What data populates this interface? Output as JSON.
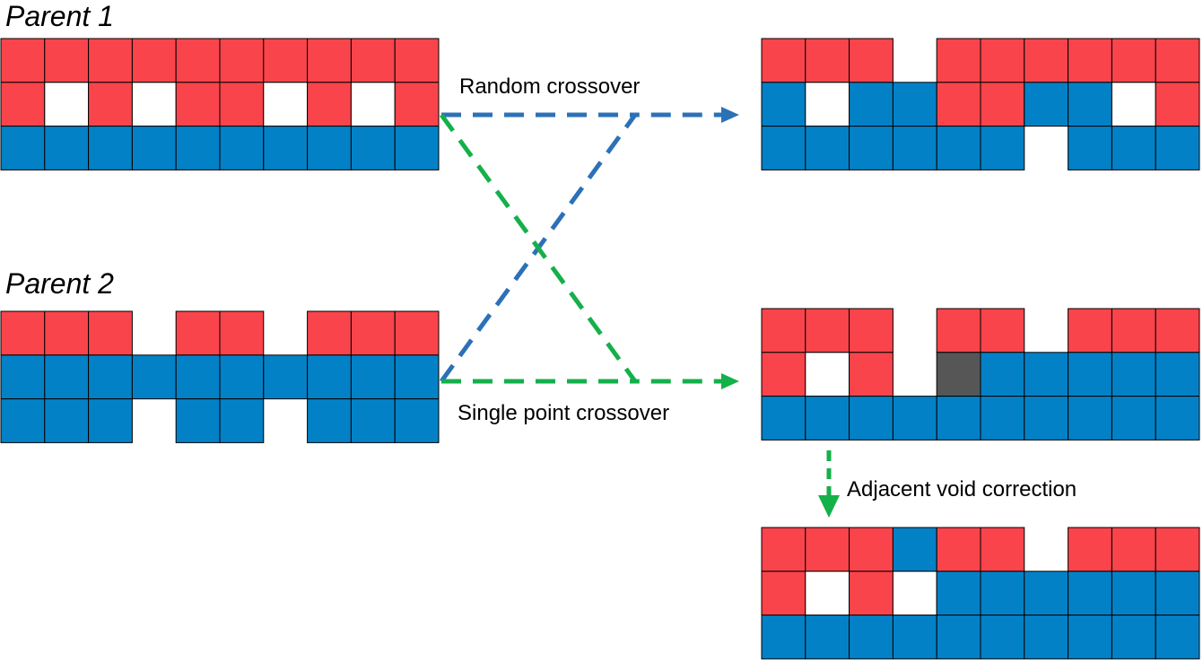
{
  "titles": {
    "parent1": "Parent 1",
    "parent2": "Parent 2"
  },
  "labels": {
    "random_crossover": "Random crossover",
    "single_point_crossover": "Single point crossover",
    "adjacent_void_correction": "Adjacent void correction"
  },
  "legend_codes": {
    "R": "red",
    "B": "blue",
    "W": "void",
    "G": "gray"
  },
  "colors": {
    "red": "#F9444B",
    "blue": "#0381C6",
    "void": "#FFFFFF",
    "gray": "#565656",
    "random_arrow": "#2C71B8",
    "single_point_arrow": "#14B04A"
  },
  "grids": {
    "parent1": [
      "RRRRRRRRRR",
      "RWRWRRWRWR",
      "BBBBBBBBBB"
    ],
    "parent2": [
      "RRR.RR.RRR",
      "BBBBBBBBBB",
      "BBB.BB.BBB"
    ],
    "child_random": [
      "RRR.RRRRRR",
      "BWBBRRBBWR",
      "BBBBBB.BBB"
    ],
    "child_single": [
      "RRR.RR.RRR",
      "RWR.GBBBBB",
      "BBBBBBBBBB"
    ],
    "child_corrected": [
      "RRRBRR.RRR",
      "RWRWBBBBBB",
      "BBBBBBBBBB"
    ]
  }
}
